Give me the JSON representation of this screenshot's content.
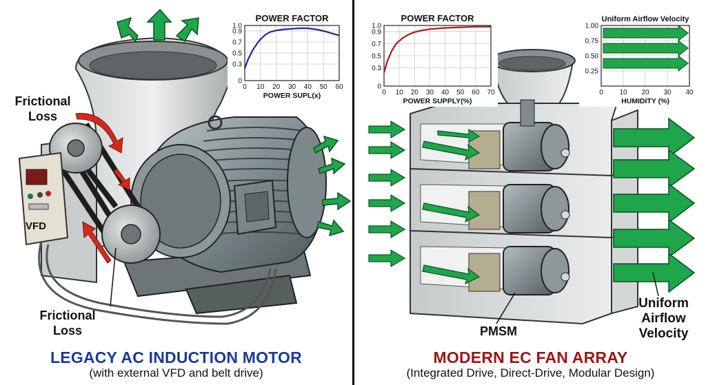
{
  "left": {
    "title": "LEGACY AC INDUCTION MOTOR",
    "subtitle": "(with external VFD and belt drive)",
    "title_color": "#1a3a9a",
    "labels": {
      "frictional_top": [
        "Frictional",
        "Loss"
      ],
      "frictional_bottom": [
        "Frictional",
        "Loss"
      ],
      "vfd": "VFD"
    }
  },
  "right": {
    "title": "MODERN EC FAN ARRAY",
    "subtitle": "(Integrated Drive, Direct-Drive, Modular Design)",
    "title_color": "#a01515",
    "labels": {
      "pmsm": "PMSM",
      "uniform": [
        "Uniform",
        "Airflow",
        "Velocity"
      ]
    }
  },
  "colors": {
    "arrow_green": "#1fa64a",
    "arrow_red": "#d42a1e",
    "curve_blue": "#1a2a8f",
    "curve_red": "#b01818"
  },
  "chart_data": [
    {
      "type": "line",
      "title": "POWER FACTOR",
      "xlabel": "POWER SUPL(x)",
      "ylabel": "",
      "xlim": [
        0,
        60
      ],
      "ylim": [
        0,
        1.0
      ],
      "xticks": [
        0,
        10,
        20,
        30,
        40,
        50,
        60
      ],
      "yticks": [
        0,
        0.3,
        0.5,
        0.7,
        0.9,
        1.0
      ],
      "ytick_labels": [
        "0",
        "0.3",
        "0.5",
        "0.7",
        "0.9",
        "1.0"
      ],
      "grid": true,
      "series": [
        {
          "x": [
            0,
            2,
            5,
            8,
            10,
            13,
            16,
            20,
            25,
            30,
            35,
            40,
            45,
            50,
            55,
            60
          ],
          "y": [
            0.22,
            0.38,
            0.55,
            0.68,
            0.75,
            0.83,
            0.88,
            0.91,
            0.93,
            0.94,
            0.95,
            0.95,
            0.93,
            0.9,
            0.86,
            0.82
          ]
        }
      ]
    },
    {
      "type": "line",
      "title": "POWER FACTOR",
      "xlabel": "POWER SUPPLY(%)",
      "ylabel": "",
      "xlim": [
        0,
        70
      ],
      "ylim": [
        0,
        1.0
      ],
      "xticks": [
        0,
        10,
        20,
        30,
        40,
        50,
        60,
        70
      ],
      "yticks": [
        0,
        0.3,
        0.5,
        0.7,
        0.9,
        1.0
      ],
      "ytick_labels": [
        "0",
        "0.3",
        "0.5",
        "0.7",
        "0.9",
        "1.0"
      ],
      "grid": true,
      "series": [
        {
          "x": [
            0,
            2,
            5,
            8,
            12,
            16,
            20,
            25,
            30,
            40,
            50,
            60,
            70
          ],
          "y": [
            0.22,
            0.4,
            0.58,
            0.7,
            0.79,
            0.85,
            0.89,
            0.92,
            0.94,
            0.96,
            0.97,
            0.98,
            0.98
          ]
        }
      ]
    },
    {
      "type": "bar",
      "title": "Uniform Airflow Velocity",
      "xlabel": "HUMIDITY (%)",
      "ylabel": "",
      "xlim": [
        0,
        40
      ],
      "ylim": [
        0,
        1.0
      ],
      "xticks": [
        0,
        10,
        20,
        30,
        40
      ],
      "yticks": [
        0.25,
        0.5,
        0.75,
        1.0
      ],
      "ytick_labels": [
        "0.25",
        "0.50",
        "0.75",
        "1.00"
      ],
      "grid": true,
      "bars": [
        {
          "y": 0.875,
          "x_end": 40
        },
        {
          "y": 0.625,
          "x_end": 40
        },
        {
          "y": 0.375,
          "x_end": 40
        }
      ]
    }
  ]
}
